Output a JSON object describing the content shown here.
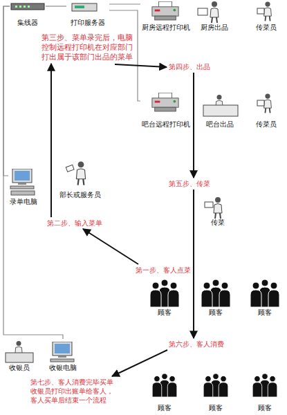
{
  "diagram": {
    "nodes": [
      {
        "text": [
          "集线器"
        ]
      },
      {
        "text": [
          "打印服务器"
        ]
      },
      {
        "text": [
          "厨房远程打印机"
        ]
      },
      {
        "text": [
          "厨房出品"
        ]
      },
      {
        "text": [
          "传菜员"
        ]
      },
      {
        "text": [
          "第三步、菜单录完后，电脑控制远程打印机在对应部门打出属于该部门出品的菜单"
        ]
      },
      {
        "text": [
          "第四步、出品"
        ]
      },
      {
        "text": [
          "吧台远程打印机"
        ]
      },
      {
        "text": [
          "吧台出品"
        ]
      },
      {
        "text": [
          "传菜员"
        ]
      },
      {
        "text": [
          "录单电脑"
        ]
      },
      {
        "text": [
          "部长或服务员"
        ]
      },
      {
        "text": [
          "第五步、传菜"
        ]
      },
      {
        "text": [
          "传菜"
        ]
      },
      {
        "text": [
          "第二步、输入菜单"
        ]
      },
      {
        "text": [
          "第一步、客人点菜"
        ]
      },
      {
        "text": [
          "顾客"
        ]
      },
      {
        "text": [
          "顾客"
        ]
      },
      {
        "text": [
          "顾客"
        ]
      },
      {
        "text": [
          "第六步、客人消费"
        ]
      },
      {
        "text": [
          "收银员"
        ]
      },
      {
        "text": [
          "收银电脑"
        ]
      },
      {
        "text": [
          "第七步、客人消费完毕买单收银员打印出账单给客人，客人买单后结束一个流程"
        ]
      },
      {
        "text": [
          "顾客"
        ]
      },
      {
        "text": [
          "顾客"
        ]
      },
      {
        "text": [
          "顾客"
        ]
      }
    ],
    "edges": [
      {
        "from": 0,
        "to": 1,
        "arrow": "none"
      },
      {
        "from": 1,
        "to": 2,
        "arrow": "none"
      },
      {
        "from": 1,
        "to": 7,
        "arrow": "none"
      },
      {
        "from": 0,
        "to": 10,
        "arrow": "none"
      },
      {
        "from": 0,
        "to": 21,
        "arrow": "none"
      },
      {
        "from": 15,
        "to": 14,
        "arrow": "to"
      },
      {
        "from": 14,
        "to": 5,
        "arrow": "to"
      },
      {
        "from": 5,
        "to": 6,
        "arrow": "to"
      },
      {
        "from": 6,
        "to": 12,
        "arrow": "to"
      },
      {
        "from": 12,
        "to": 19,
        "arrow": "to"
      },
      {
        "from": 19,
        "to": 22,
        "arrow": "to"
      }
    ]
  }
}
